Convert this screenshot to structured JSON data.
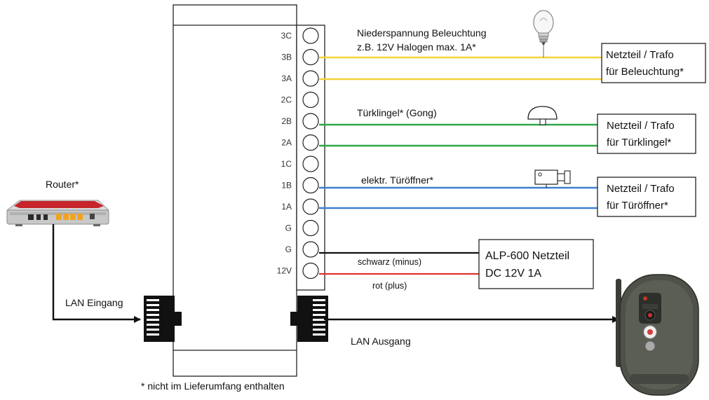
{
  "colors": {
    "yellow_wire": "#f4d33a",
    "green_wire": "#2ea84a",
    "blue_wire": "#3d7fd0",
    "black_wire": "#111111",
    "red_wire": "#e0322b",
    "outline": "#222222"
  },
  "terminals": [
    "3C",
    "3B",
    "3A",
    "2C",
    "2B",
    "2A",
    "1C",
    "1B",
    "1A",
    "G",
    "G",
    "12V"
  ],
  "router": {
    "label": "Router*",
    "icon": "router-icon"
  },
  "connections": {
    "lighting_label_line1": "Niederspannung Beleuchtung",
    "lighting_label_line2": "z.B. 12V Halogen max. 1A*",
    "doorbell_label": "Türklingel* (Gong)",
    "opener_label": "elektr. Türöffner*",
    "black_wire_label": "schwarz (minus)",
    "red_wire_label": "rot (plus)",
    "lan_in_label": "LAN Eingang",
    "lan_out_label": "LAN Ausgang"
  },
  "boxes": {
    "lighting_psu_line1": "Netzteil / Trafo",
    "lighting_psu_line2": "für Beleuchtung*",
    "doorbell_psu_line1": "Netzteil / Trafo",
    "doorbell_psu_line2": "für Türklingel*",
    "opener_psu_line1": "Netzteil / Trafo",
    "opener_psu_line2": "für Türöffner*",
    "alp_line1": "ALP-600 Netzteil",
    "alp_line2": "DC 12V 1A"
  },
  "icons": {
    "bulb": "light-bulb-icon",
    "gong": "gong-icon",
    "door_opener": "door-opener-icon",
    "camera": "door-camera-icon"
  },
  "footnote": "* nicht im Lieferumfang enthalten"
}
